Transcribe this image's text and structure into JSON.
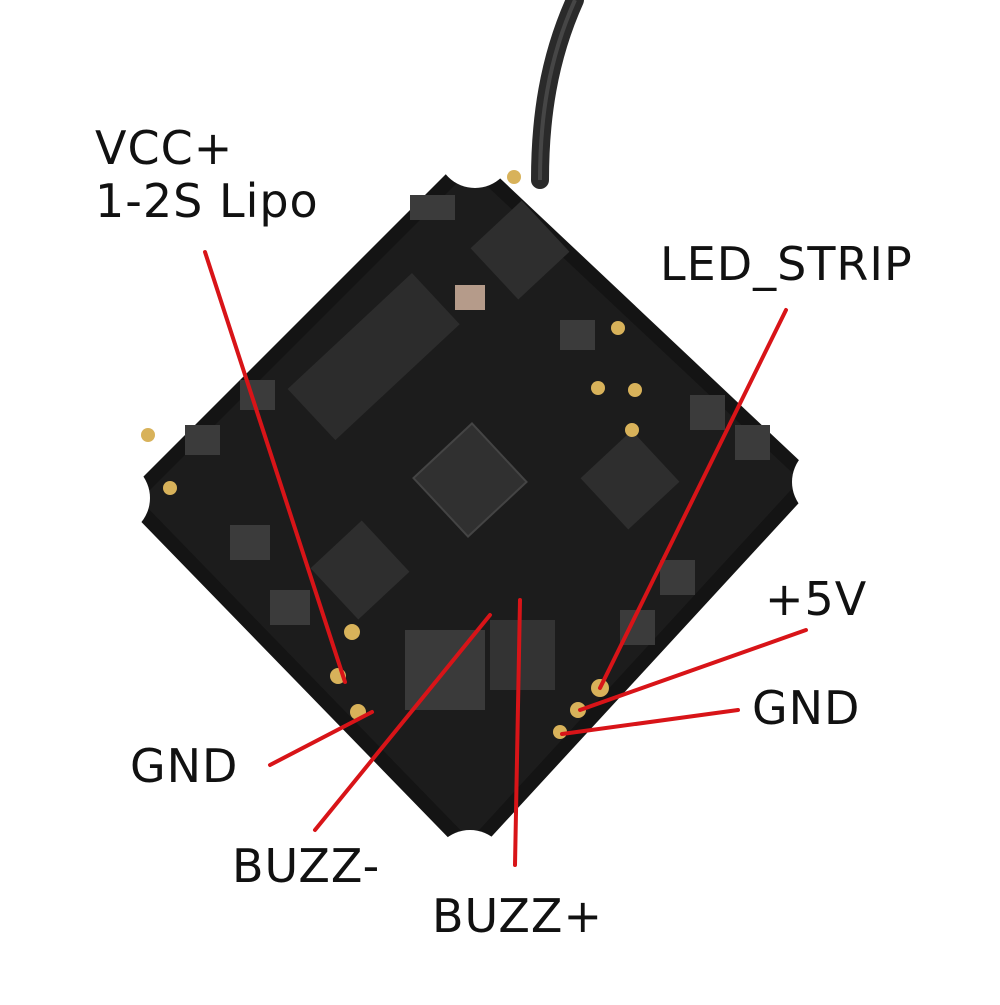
{
  "labels": {
    "vcc_line1": "VCC+",
    "vcc_line2": "1-2S Lipo",
    "led_strip": "LED_STRIP",
    "plus_5v": "+5V",
    "gnd_right": "GND",
    "gnd_left": "GND",
    "buzz_minus": "BUZZ-",
    "buzz_plus": "BUZZ+"
  },
  "colors": {
    "pointer_line": "#d81418",
    "board": "#141414",
    "pad": "#d8b25a",
    "text": "#111111"
  }
}
